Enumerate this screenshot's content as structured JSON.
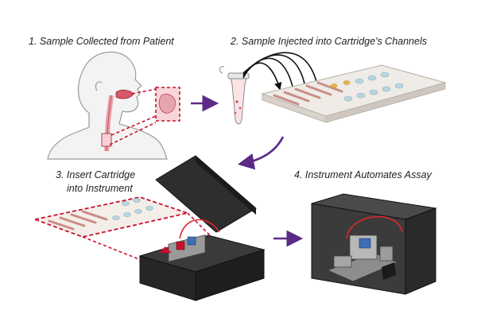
{
  "steps": [
    {
      "number": "1.",
      "title": "Sample Collected from Patient"
    },
    {
      "number": "2.",
      "title": "Sample Injected into Cartridge's Channels"
    },
    {
      "number": "3.",
      "title_line1": "Insert Cartridge",
      "title_line2": "into Instrument"
    },
    {
      "number": "4.",
      "title": "Instrument Automates Assay"
    }
  ],
  "colors": {
    "accent_dashed": "#c8102e",
    "arrow": "#5b2a86",
    "instrument_body": "#2b2b2b",
    "cartridge": "#e9e4df"
  },
  "icons": [
    "patient-head-icon",
    "sample-tube-icon",
    "cartridge-icon",
    "instrument-open-icon",
    "instrument-closed-icon"
  ]
}
